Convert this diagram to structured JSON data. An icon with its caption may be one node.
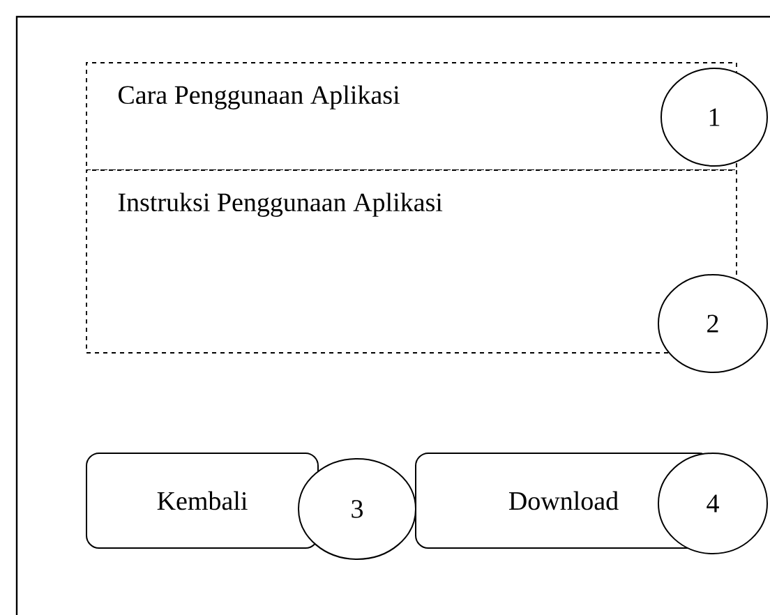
{
  "diagram": {
    "nodes": [
      {
        "text": [
          "Cara Penggunaan Aplikasi"
        ]
      },
      {
        "text": [
          "1"
        ]
      },
      {
        "text": [
          "Instruksi Penggunaan Aplikasi"
        ]
      },
      {
        "text": [
          "2"
        ]
      },
      {
        "text": [
          "Kembali"
        ]
      },
      {
        "text": [
          "3"
        ]
      },
      {
        "text": [
          "Download"
        ]
      },
      {
        "text": [
          "4"
        ]
      }
    ]
  }
}
